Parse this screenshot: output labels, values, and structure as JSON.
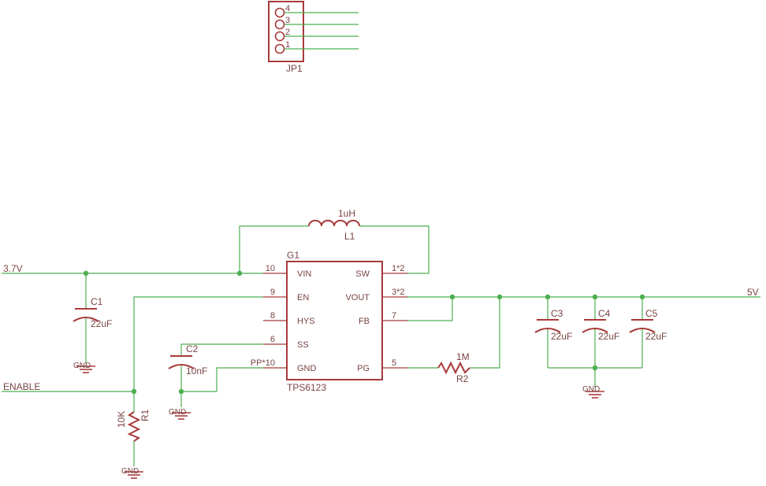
{
  "nets": {
    "vin": "3.7V",
    "enable": "ENABLE",
    "vout": "5V",
    "gnd": "GND"
  },
  "connector": {
    "ref": "JP1",
    "pins": [
      "4",
      "3",
      "2",
      "1"
    ]
  },
  "inductor": {
    "ref": "L1",
    "value": "1uH"
  },
  "ic": {
    "ref": "G1",
    "part": "TPS6123",
    "left_pins": [
      {
        "num": "10",
        "name": "VIN"
      },
      {
        "num": "9",
        "name": "EN"
      },
      {
        "num": "8",
        "name": "HYS"
      },
      {
        "num": "6",
        "name": "SS"
      },
      {
        "num": "PP*10",
        "name": "GND"
      }
    ],
    "right_pins": [
      {
        "num": "1*2",
        "name": "SW"
      },
      {
        "num": "3*2",
        "name": "VOUT"
      },
      {
        "num": "7",
        "name": "FB"
      },
      {
        "num": "5",
        "name": "PG"
      }
    ]
  },
  "capacitors": {
    "c1": {
      "ref": "C1",
      "value": "22uF"
    },
    "c2": {
      "ref": "C2",
      "value": "10nF"
    },
    "c3": {
      "ref": "C3",
      "value": "22uF"
    },
    "c4": {
      "ref": "C4",
      "value": "22uF"
    },
    "c5": {
      "ref": "C5",
      "value": "22uF"
    }
  },
  "resistors": {
    "r1": {
      "ref": "R1",
      "value": "10K"
    },
    "r2": {
      "ref": "R2",
      "value": "1M"
    }
  }
}
